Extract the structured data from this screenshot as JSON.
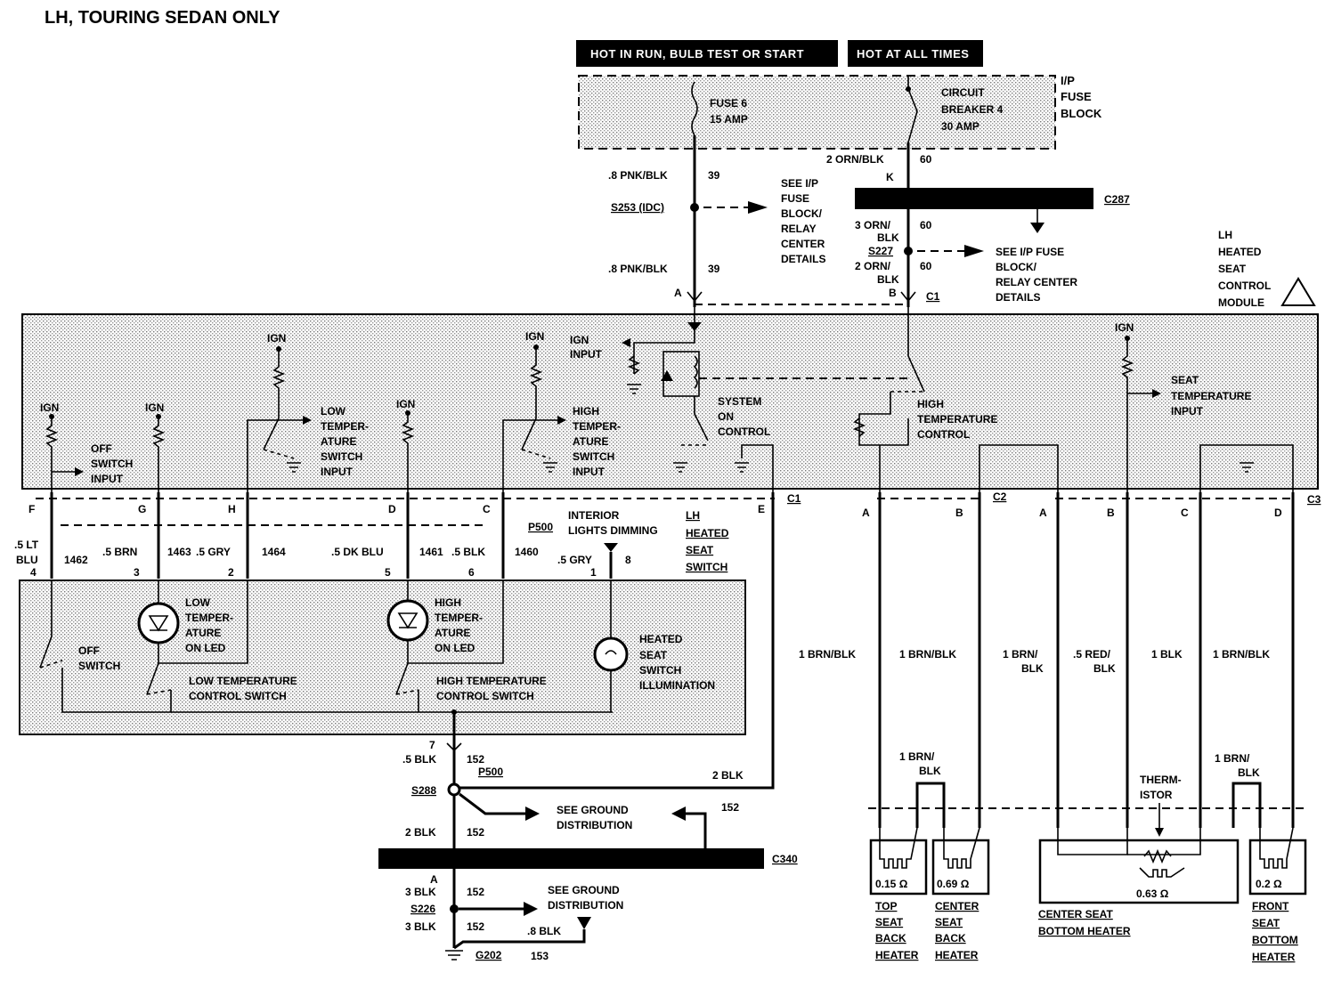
{
  "title": "LH, TOURING SEDAN ONLY",
  "headers": {
    "run": "HOT IN RUN, BULB TEST OR START",
    "all": "HOT AT ALL TIMES"
  },
  "fuse_block": {
    "label": [
      "I/P",
      "FUSE",
      "BLOCK"
    ],
    "fuse": [
      "FUSE 6",
      "15 AMP"
    ],
    "breaker": [
      "CIRCUIT",
      "BREAKER 4",
      "30 AMP"
    ]
  },
  "feed": {
    "wire1": ".8 PNK/BLK",
    "c1": "39",
    "wire2": ".8 PNK/BLK",
    "c2": "39",
    "splice": "S253 (IDC)",
    "see": [
      "SEE I/P",
      "FUSE",
      "BLOCK/",
      "RELAY",
      "CENTER",
      "DETAILS"
    ],
    "pinA": "A"
  },
  "breaker_feed": {
    "wire1": "2 ORN/BLK",
    "c1": "60",
    "pinK": "K",
    "conn": "C287",
    "wire2a": "3 ORN/",
    "wire2b": "BLK",
    "c2": "60",
    "splice": "S227",
    "wire3a": "2 ORN/",
    "wire3b": "BLK",
    "c3": "60",
    "pinB": "B",
    "c1conn": "C1",
    "see": [
      "SEE I/P FUSE",
      "BLOCK/",
      "RELAY CENTER",
      "DETAILS"
    ]
  },
  "module": {
    "label": [
      "LH",
      "HEATED",
      "SEAT",
      "CONTROL",
      "MODULE"
    ],
    "ign": "IGN",
    "ign_input": [
      "IGN",
      "INPUT"
    ],
    "off_input": [
      "OFF",
      "SWITCH",
      "INPUT"
    ],
    "low_input": [
      "LOW",
      "TEMPER-",
      "ATURE",
      "SWITCH",
      "INPUT"
    ],
    "high_input": [
      "HIGH",
      "TEMPER-",
      "ATURE",
      "SWITCH",
      "INPUT"
    ],
    "system_on": [
      "SYSTEM",
      "ON",
      "CONTROL"
    ],
    "high_ctrl": [
      "HIGH",
      "TEMPERATURE",
      "CONTROL"
    ],
    "seat_input": [
      "SEAT",
      "TEMPERATURE",
      "INPUT"
    ]
  },
  "switch_conn": {
    "pins": [
      {
        "pin": "F",
        "wire": ".5 LT",
        "wire2": "BLU",
        "circuit": "1462",
        "sw": "4"
      },
      {
        "pin": "G",
        "wire": ".5 BRN",
        "circuit": "1463",
        "sw": "3"
      },
      {
        "pin": "H",
        "wire": ".5 GRY",
        "circuit": "1464",
        "sw": "2"
      },
      {
        "pin": "D",
        "wire": ".5 DK BLU",
        "circuit": "1461",
        "sw": "5"
      },
      {
        "pin": "C",
        "wire": ".5 BLK",
        "circuit": "1460",
        "sw": "6"
      }
    ],
    "p500": "P500",
    "dimming": [
      "INTERIOR",
      "LIGHTS DIMMING"
    ],
    "dim_wire": ".5 GRY",
    "dim_sw": "1",
    "dim_circ": "8",
    "pinE": "E",
    "c1": "C1",
    "switch_label": [
      "LH",
      "HEATED",
      "SEAT",
      "SWITCH"
    ]
  },
  "switch": {
    "off": [
      "OFF",
      "SWITCH"
    ],
    "low_led": [
      "LOW",
      "TEMPER-",
      "ATURE",
      "ON LED"
    ],
    "high_led": [
      "HIGH",
      "TEMPER-",
      "ATURE",
      "ON LED"
    ],
    "low_ctrl": "LOW TEMPERATURE",
    "low_ctrl2": "CONTROL SWITCH",
    "high_ctrl": "HIGH TEMPERATURE",
    "high_ctrl2": "CONTROL SWITCH",
    "illum": [
      "HEATED",
      "SEAT",
      "SWITCH",
      "ILLUMINATION"
    ]
  },
  "ground": {
    "pin7": "7",
    "w1": ".5 BLK",
    "c1": "152",
    "p500": "P500",
    "s288": "S288",
    "w2blk": "2 BLK",
    "see1": [
      "SEE GROUND",
      "DISTRIBUTION"
    ],
    "c152": "152",
    "w3": "2 BLK",
    "c3": "152",
    "c340": "C340",
    "pinA": "A",
    "w4": "3 BLK",
    "c4": "152",
    "s226": "S226",
    "see2": [
      "SEE GROUND",
      "DISTRIBUTION"
    ],
    "w5": "3 BLK",
    "c5": "152",
    "w6": ".8 BLK",
    "c6": "153",
    "g202": "G202"
  },
  "heaters": {
    "c2": "C2",
    "c3": "C3",
    "c2pins": [
      "A",
      "B"
    ],
    "c3pins": [
      "A",
      "B",
      "C",
      "D"
    ],
    "wires": [
      "1 BRN/BLK",
      "1 BRN/BLK",
      "1 BRN/",
      "BLK",
      ".5 RED/",
      "BLK",
      "1 BLK",
      "1 BRN/BLK"
    ],
    "jumper1": [
      "1 BRN/",
      "BLK"
    ],
    "jumper2": [
      "1 BRN/",
      "BLK"
    ],
    "thermistor": [
      "THERM-",
      "ISTOR"
    ],
    "top": {
      "ohm": "0.15 Ω",
      "name": [
        "TOP",
        "SEAT",
        "BACK",
        "HEATER"
      ]
    },
    "center": {
      "ohm": "0.69 Ω",
      "name": [
        "CENTER",
        "SEAT",
        "BACK",
        "HEATER"
      ]
    },
    "bottom": {
      "ohm": "0.63 Ω",
      "name": [
        "CENTER SEAT",
        "BOTTOM HEATER"
      ]
    },
    "front": {
      "ohm": "0.2 Ω",
      "name": [
        "FRONT",
        "SEAT",
        "BOTTOM",
        "HEATER"
      ]
    }
  }
}
